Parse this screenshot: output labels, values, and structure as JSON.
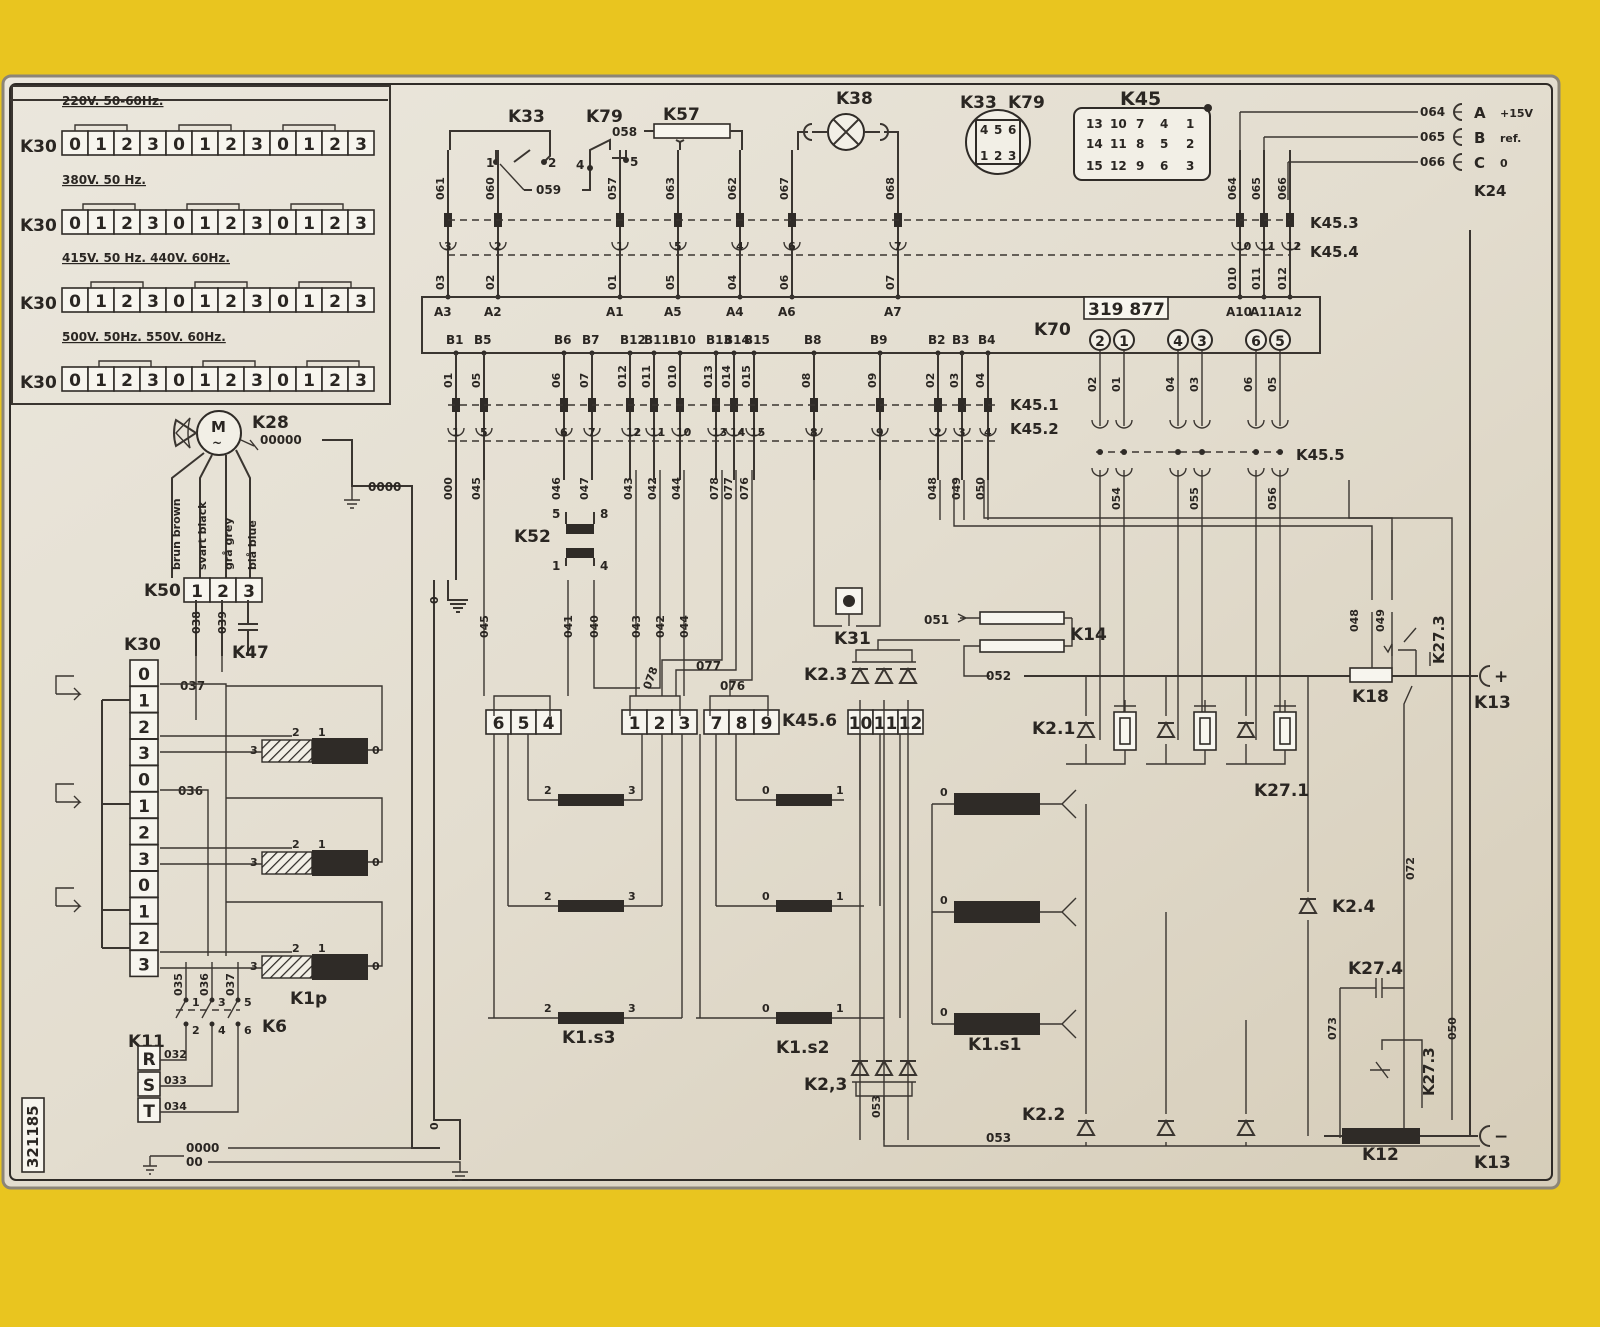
{
  "voltage_table": {
    "row_label": "K30",
    "rows": [
      {
        "voltage": "220V. 50-60Hz.",
        "cells": [
          "0",
          "1",
          "2",
          "3",
          "0",
          "1",
          "2",
          "3",
          "0",
          "1",
          "2",
          "3"
        ]
      },
      {
        "voltage": "380V. 50 Hz.",
        "cells": [
          "0",
          "1",
          "2",
          "3",
          "0",
          "1",
          "2",
          "3",
          "0",
          "1",
          "2",
          "3"
        ]
      },
      {
        "voltage": "415V. 50 Hz. 440V. 60Hz.",
        "cells": [
          "0",
          "1",
          "2",
          "3",
          "0",
          "1",
          "2",
          "3",
          "0",
          "1",
          "2",
          "3"
        ]
      },
      {
        "voltage": "500V. 50Hz. 550V. 60Hz.",
        "cells": [
          "0",
          "1",
          "2",
          "3",
          "0",
          "1",
          "2",
          "3",
          "0",
          "1",
          "2",
          "3"
        ]
      }
    ]
  },
  "top_components": {
    "k33": "K33",
    "k79": "K79",
    "k57": "K57",
    "k38": "K38",
    "k33_k79_socket": {
      "k33": "K33",
      "k79": "K79",
      "pins": [
        "4",
        "5",
        "6",
        "1",
        "2",
        "3"
      ]
    },
    "k45": {
      "label": "K45",
      "pins": [
        "13",
        "10",
        "7",
        "4",
        "1",
        "14",
        "11",
        "8",
        "5",
        "2",
        "15",
        "12",
        "9",
        "6",
        "3"
      ]
    },
    "w058": "058",
    "w059": "059"
  },
  "reference_outputs": {
    "lines": [
      {
        "wire": "064",
        "letter": "A",
        "note": "+15V"
      },
      {
        "wire": "065",
        "letter": "B",
        "note": "ref."
      },
      {
        "wire": "066",
        "letter": "C",
        "note": "0"
      }
    ],
    "label": "K24"
  },
  "upper_wires": [
    "061",
    "060",
    "057",
    "063",
    "062",
    "067",
    "068",
    "064",
    "065",
    "066"
  ],
  "upper_plug_numbers": [
    "3",
    "2",
    "1",
    "5",
    "4",
    "6",
    "7",
    "10",
    "11",
    "12"
  ],
  "lower_upper_wires": [
    "03",
    "02",
    "01",
    "05",
    "04",
    "06",
    "07",
    "010",
    "011",
    "012"
  ],
  "a_pins": [
    "A3",
    "A2",
    "A1",
    "A5",
    "A4",
    "A6",
    "A7",
    "A10",
    "A11",
    "A12"
  ],
  "k45_3": "K45.3",
  "k45_4": "K45.4",
  "board": {
    "label": "K70",
    "number": "319 877"
  },
  "b_pins": [
    "B1",
    "B5",
    "B6",
    "B7",
    "B12",
    "B11",
    "B10",
    "B13",
    "B14",
    "B15",
    "B8",
    "B9",
    "B2",
    "B3",
    "B4"
  ],
  "circled_terminals": [
    "2",
    "1",
    "4",
    "3",
    "6",
    "5"
  ],
  "b_wires": [
    "01",
    "05",
    "06",
    "07",
    "012",
    "011",
    "010",
    "013",
    "014",
    "015",
    "08",
    "09",
    "02",
    "03",
    "04"
  ],
  "b_plug_numbers": [
    "1",
    "5",
    "6",
    "7",
    "12",
    "11",
    "10",
    "13",
    "14",
    "15",
    "8",
    "9",
    "2",
    "3",
    "4"
  ],
  "k45_1": "K45.1",
  "k45_2": "K45.2",
  "k45_5": "K45.5",
  "circled_wires": [
    "02",
    "01",
    "04",
    "03",
    "06",
    "05"
  ],
  "mid_wires": [
    "000",
    "045",
    "046",
    "047",
    "043",
    "042",
    "044",
    "078",
    "077",
    "076",
    "048",
    "049",
    "050"
  ],
  "k45_5_out_wires": [
    "054",
    "055",
    "056"
  ],
  "motor": {
    "symbol": "M",
    "label": "K28",
    "lead": "00000",
    "colours": [
      "brun brown",
      "svart black",
      "grå grey",
      "blå blue"
    ]
  },
  "k50": {
    "label": "K50",
    "cells": [
      "1",
      "2",
      "3"
    ]
  },
  "ground_wire": "0000",
  "k47": "K47",
  "w038": "038",
  "w039": "039",
  "k30_switch": {
    "label": "K30",
    "cells": [
      "0",
      "1",
      "2",
      "3",
      "0",
      "1",
      "2",
      "3",
      "0",
      "1",
      "2",
      "3"
    ],
    "wires": [
      "037",
      "036"
    ]
  },
  "k1p": "K1p",
  "k52": {
    "label": "K52",
    "pins": [
      "5",
      "8",
      "1",
      "4"
    ],
    "wires": [
      "041",
      "040"
    ]
  },
  "wire_0": "0",
  "k45_6": {
    "label": "K45.6",
    "terminals": [
      "6",
      "5",
      "4",
      "1",
      "2",
      "3",
      "7",
      "8",
      "9",
      "10",
      "11",
      "12"
    ]
  },
  "w043b": "043",
  "w042b": "042",
  "w044b": "044",
  "w045b": "045",
  "w077": "077",
  "w076": "076",
  "w078": "078",
  "k31": "K31",
  "k14": {
    "label": "K14",
    "wires": [
      "051",
      "052"
    ]
  },
  "k2_3a": "K2.3",
  "k2_3b": "K2,3",
  "w053": "053",
  "coil_k1s3": "K1.s3",
  "coil_k1s2": "K1.s2",
  "coil_k1s1": "K1.s1",
  "coil_pins": [
    "2",
    "3",
    "0",
    "1"
  ],
  "k2_1": "K2.1",
  "k2_2": "K2.2",
  "k2_4": "K2.4",
  "k27_1": "K27.1",
  "k27_3": "K27.3",
  "k27_4": "K27.4",
  "k18": "K18",
  "k12": "K12",
  "k13": "K13",
  "k13_plus": "+",
  "k13_minus": "−",
  "right_wires": [
    "048",
    "049",
    "072",
    "073",
    "050"
  ],
  "k6": {
    "label": "K6",
    "wires": [
      "035",
      "036",
      "037"
    ],
    "pins": [
      "1",
      "3",
      "5",
      "2",
      "4",
      "6"
    ]
  },
  "k11": {
    "label": "K11",
    "phases": [
      "R",
      "S",
      "T"
    ],
    "wires": [
      "032",
      "033",
      "034"
    ]
  },
  "bottom_ground": [
    "0000",
    "00"
  ],
  "side_code": "321185"
}
